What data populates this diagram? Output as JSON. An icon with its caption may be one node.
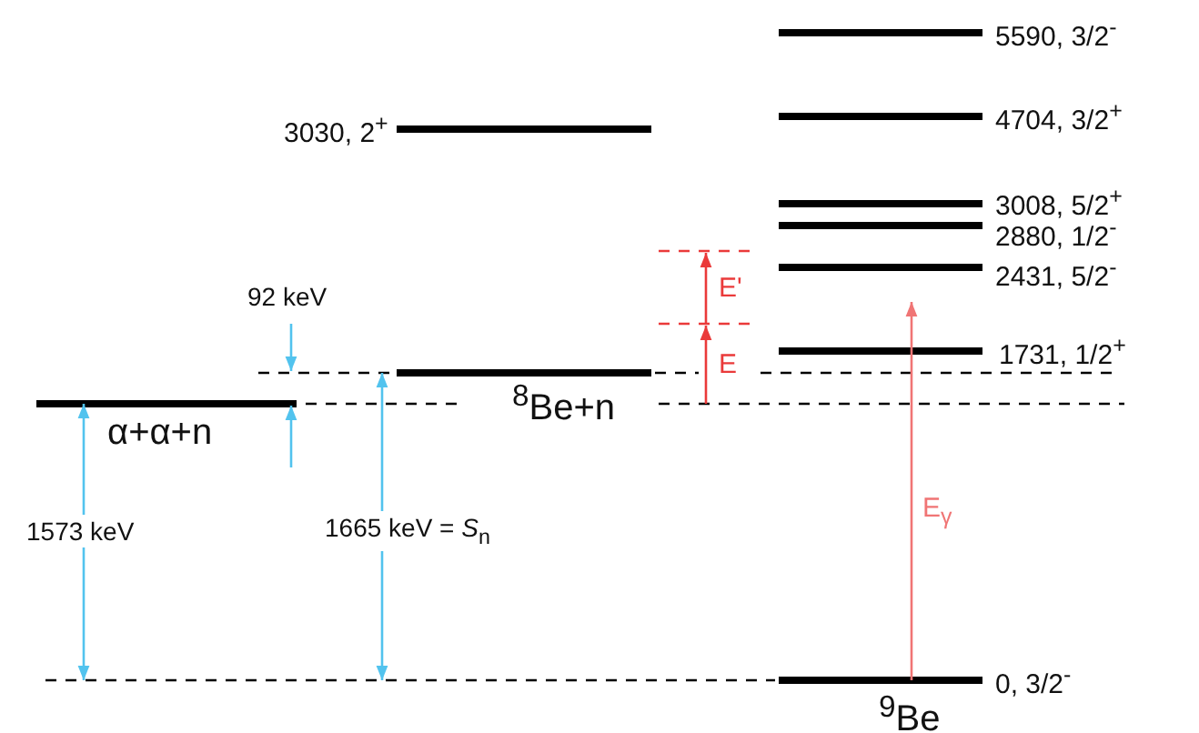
{
  "diagram": {
    "labels": [
      "5590, 3/2$^{-}$",
      "3030, 2$^{+}$",
      "4704, 3/2$^{+}$",
      "3008, 5/2$^{+}$",
      "2880, 1/2$^{-}$",
      "E'",
      "2431, 5/2$^{-}$",
      "92 keV",
      "1731, 1/2$^{+}$",
      "E",
      "α+α+n",
      "$^{8}$Be+n",
      "1573 keV",
      "1665 keV = *S*$_{n}$",
      "E$_{γ}$",
      "0, 3/2$^{-}$",
      "$^{9}$Be"
    ]
  }
}
